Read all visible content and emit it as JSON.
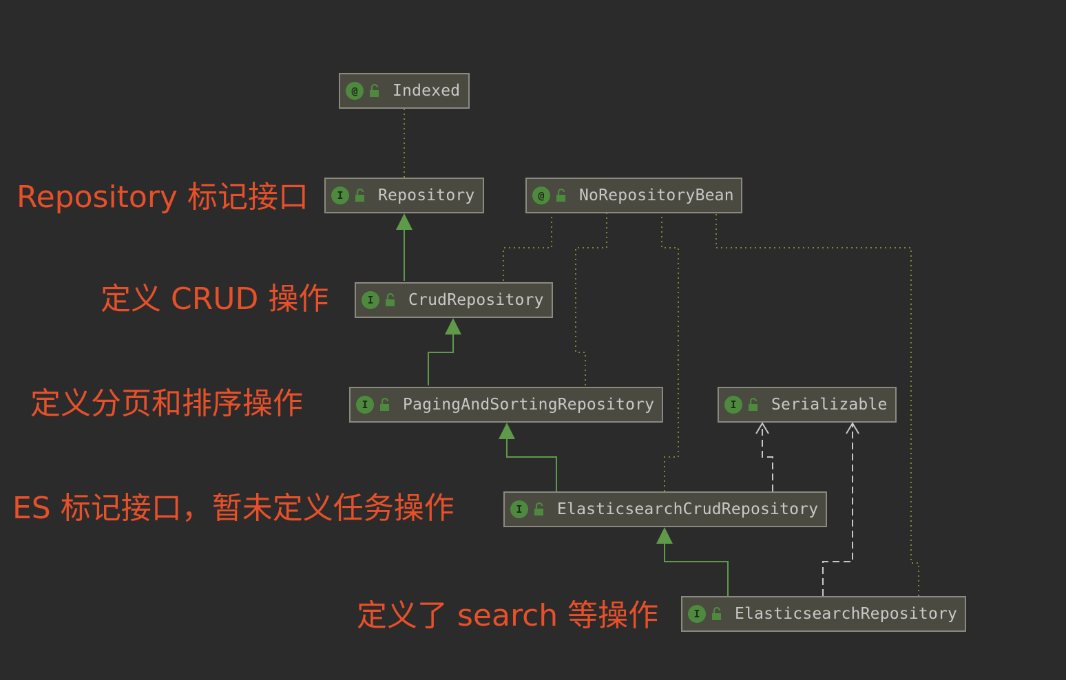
{
  "nodes": [
    {
      "id": "indexed",
      "name": "Indexed",
      "badge": "@"
    },
    {
      "id": "repository",
      "name": "Repository",
      "badge": "I"
    },
    {
      "id": "norepositorybean",
      "name": "NoRepositoryBean",
      "badge": "@"
    },
    {
      "id": "crudrepository",
      "name": "CrudRepository",
      "badge": "I"
    },
    {
      "id": "pagingandsortingrepository",
      "name": "PagingAndSortingRepository",
      "badge": "I"
    },
    {
      "id": "serializable",
      "name": "Serializable",
      "badge": "I"
    },
    {
      "id": "elasticsearchcrudrepository",
      "name": "ElasticsearchCrudRepository",
      "badge": "I"
    },
    {
      "id": "elasticsearchrepository",
      "name": "ElasticsearchRepository",
      "badge": "I"
    }
  ],
  "annotations": {
    "repository": "Repository 标记接口",
    "crud": "定义 CRUD 操作",
    "paging": "定义分页和排序操作",
    "es_crud": "ES 标记接口，暂未定义任务操作",
    "es_repo": "定义了 search 等操作"
  },
  "edges": [
    {
      "from": "repository",
      "to": "indexed",
      "type": "annotation"
    },
    {
      "from": "crudrepository",
      "to": "repository",
      "type": "extends"
    },
    {
      "from": "crudrepository",
      "to": "norepositorybean",
      "type": "annotation"
    },
    {
      "from": "pagingandsortingrepository",
      "to": "crudrepository",
      "type": "extends"
    },
    {
      "from": "pagingandsortingrepository",
      "to": "norepositorybean",
      "type": "annotation"
    },
    {
      "from": "elasticsearchcrudrepository",
      "to": "pagingandsortingrepository",
      "type": "extends"
    },
    {
      "from": "elasticsearchcrudrepository",
      "to": "norepositorybean",
      "type": "annotation"
    },
    {
      "from": "elasticsearchcrudrepository",
      "to": "serializable",
      "type": "generic-dependency"
    },
    {
      "from": "elasticsearchrepository",
      "to": "elasticsearchcrudrepository",
      "type": "extends"
    },
    {
      "from": "elasticsearchrepository",
      "to": "norepositorybean",
      "type": "annotation"
    },
    {
      "from": "elasticsearchrepository",
      "to": "serializable",
      "type": "generic-dependency"
    }
  ],
  "colors": {
    "background": "#2b2b2b",
    "node_fill": "#4a4a40",
    "node_border": "#8a8a80",
    "node_text": "#c8c8c8",
    "badge": "#4e8a3e",
    "extends_line": "#5f9a4b",
    "annotation_line": "#7d8a34",
    "dependency_line": "#c8c8c8",
    "annotation_text": "#e8502a"
  }
}
